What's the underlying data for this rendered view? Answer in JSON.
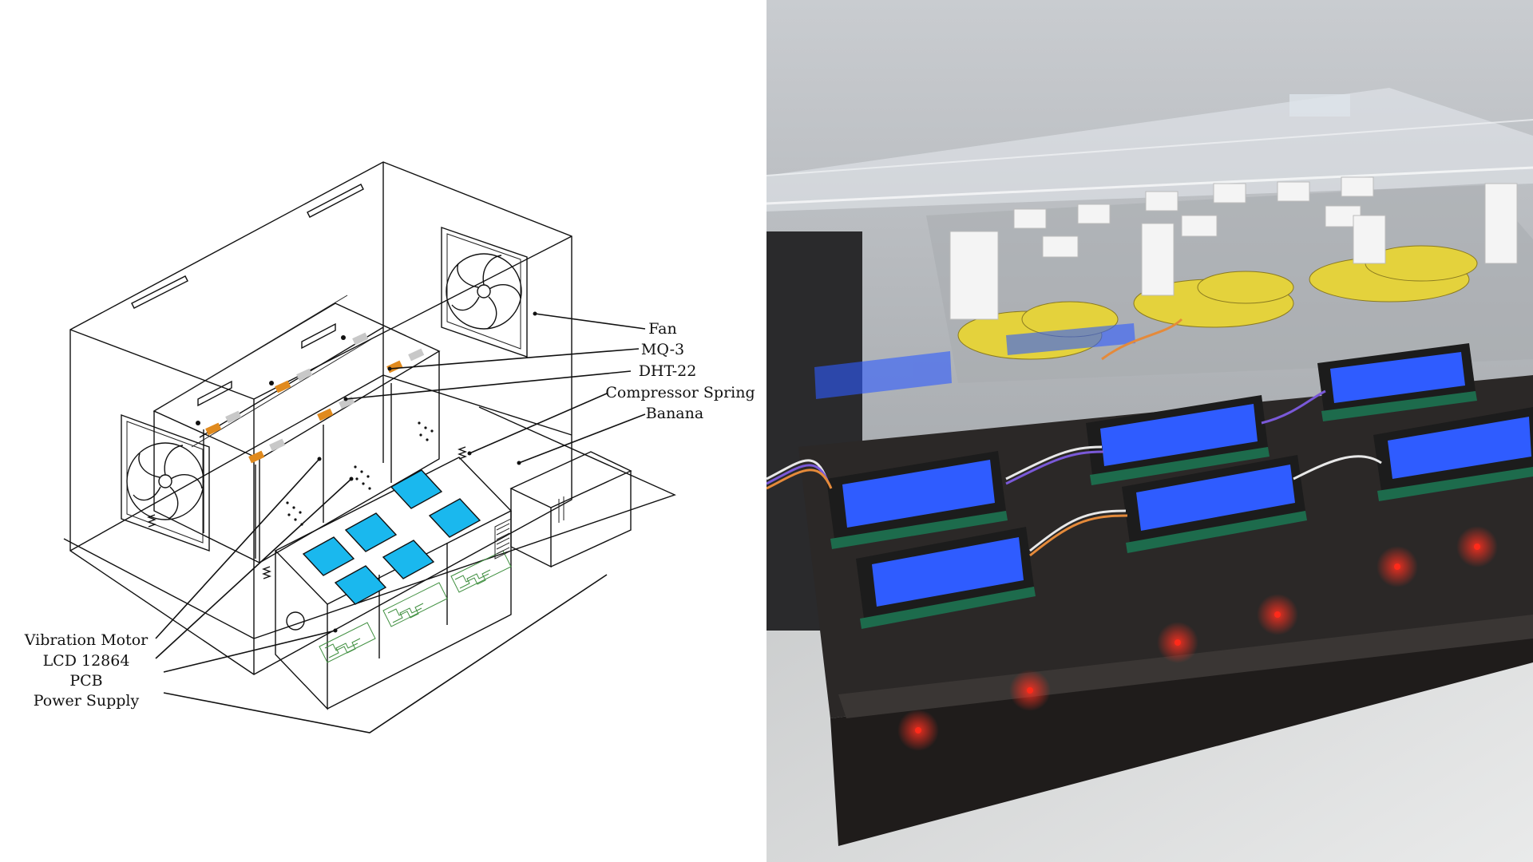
{
  "labels": {
    "fan": "Fan",
    "mq3": "MQ-3",
    "dht22": "DHT-22",
    "spring": "Compressor Spring",
    "banana": "Banana",
    "motor": "Vibration Motor",
    "lcd": "LCD 12864",
    "pcb": "PCB",
    "power": "Power Supply"
  },
  "colors": {
    "lcd_screen": "#1ab8ee",
    "pcb_trace": "#3f8f3f",
    "sensor_orange": "#e08a1e",
    "sensor_grey": "#c8c8c8",
    "photo_lcd": "#2f5cff",
    "photo_led": "#ff2a1a"
  },
  "icons": {
    "fan": "fan-icon",
    "spring": "spring-icon"
  }
}
